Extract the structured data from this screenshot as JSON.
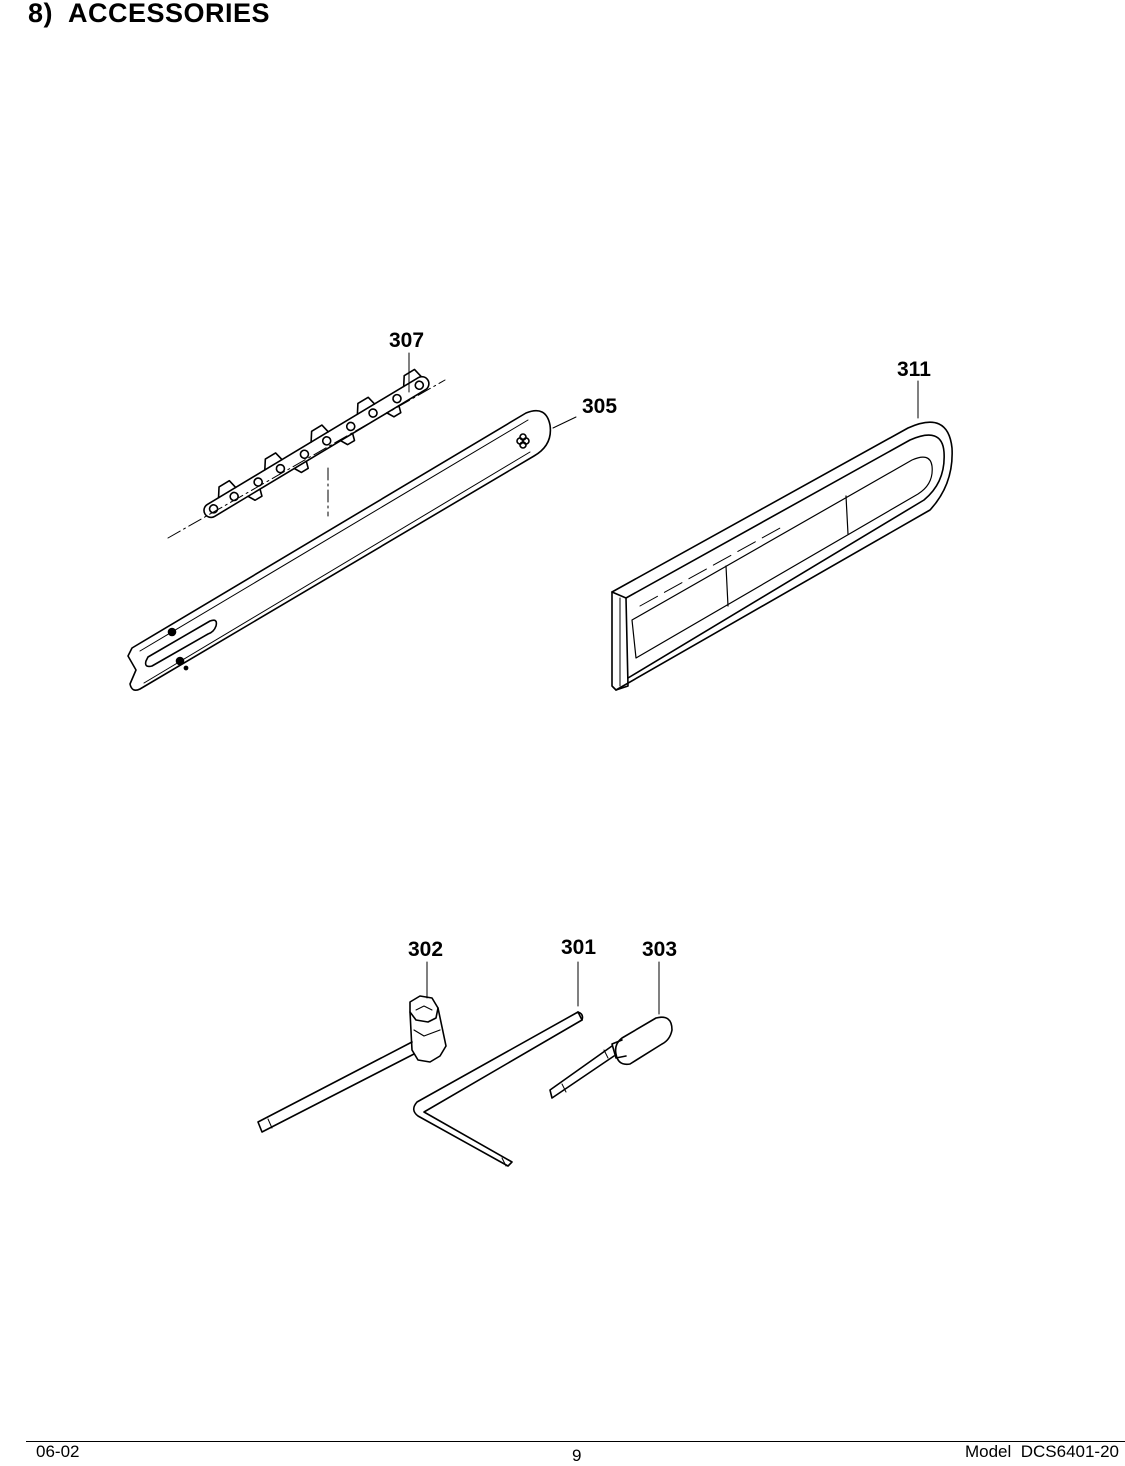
{
  "header": {
    "title": "8)  ACCESSORIES"
  },
  "callouts": {
    "p301": "301",
    "p302": "302",
    "p303": "303",
    "p305": "305",
    "p307": "307",
    "p311": "311"
  },
  "footer": {
    "date": "06-02",
    "page": "9",
    "model": "Model  DCS6401-20"
  }
}
